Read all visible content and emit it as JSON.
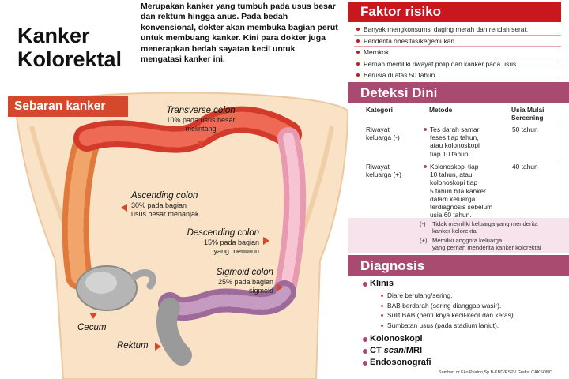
{
  "title": {
    "line1": "Kanker",
    "line2": "Kolorektal"
  },
  "intro": "Merupakan kanker yang tumbuh pada usus besar dan rektum hingga anus. Pada bedah konvensional, dokter akan membuka bagian perut untuk membuang kanker. Kini para dokter juga menerapkan bedah sayatan kecil untuk mengatasi kanker ini.",
  "sebaran": {
    "heading": "Sebaran kanker",
    "transverse": {
      "name": "Transverse colon",
      "desc1": "10% pada usus besar",
      "desc2": "melintang"
    },
    "ascending": {
      "name": "Ascending colon",
      "desc1": "30% pada bagian",
      "desc2": "usus besar menanjak"
    },
    "descending": {
      "name": "Descending colon",
      "desc1": "15% pada bagian",
      "desc2": "yang menurun"
    },
    "sigmoid": {
      "name": "Sigmoid colon",
      "desc1": "25% pada bagian",
      "desc2": "sigmoid"
    },
    "cecum": {
      "name": "Cecum"
    },
    "rektum": {
      "name": "Rektum"
    }
  },
  "faktor": {
    "heading": "Faktor risiko",
    "items": [
      "Banyak mengkonsumsi daging merah dan rendah serat.",
      "Penderita obesitas/kegemukan.",
      "Merokok.",
      "Pernah memiliki riwayat polip dan kanker pada usus.",
      "Berusia di atas 50 tahun."
    ]
  },
  "deteksi": {
    "heading": "Deteksi Dini",
    "col_kategori": "Kategori",
    "col_metode": "Metode",
    "col_usia1": "Usia Mulai",
    "col_usia2": "Screening",
    "rows": [
      {
        "k1": "Riwayat",
        "k2": "keluarga (-)",
        "m": [
          "Tes darah samar",
          "feses tiap tahun,",
          "atau kolonoskopi",
          "tiap 10 tahun."
        ],
        "usia": "50 tahun"
      },
      {
        "k1": "Riwayat",
        "k2": "keluarga (+)",
        "m": [
          "Kolonoskopi tiap",
          "10 tahun, atau",
          "kolonoskopi tiap",
          "5 tahun bila kanker",
          "dalam keluarga",
          "terdiagnosis sebelum",
          "usia 60 tahun."
        ],
        "usia": "40 tahun"
      }
    ],
    "legend_minus_sym": "(-)",
    "legend_minus_1": "Tidak memiliki keluarga yang menderita",
    "legend_minus_2": "kanker kolorektal",
    "legend_plus_sym": "(+)",
    "legend_plus_1": "Memiliki anggota keluarga",
    "legend_plus_2": "yang pernah menderita kanker kolorektal"
  },
  "diagnosis": {
    "heading": "Diagnosis",
    "klinis": "Klinis",
    "klinis_items": [
      "Diare berulang/sering.",
      "BAB berdarah (sering dianggap wasir).",
      "Sulit BAB (bentuknya kecil-kecil dan keras).",
      "Sumbatan usus (pada stadium lanjut)."
    ],
    "kolonoskopi": "Kolonoskopi",
    "ct_a": "CT ",
    "ct_b": "scan",
    "ct_c": "/MRI",
    "endo": "Endosonografi"
  },
  "source": "Sumber: dr Eko Priatno,Sp.B-KBD/RSPV Grafis: CAKSONO",
  "colors": {
    "red": "#c9171e",
    "orange_red": "#d6482b",
    "mauve": "#a94a70",
    "pink_light": "#f6e3ec"
  }
}
